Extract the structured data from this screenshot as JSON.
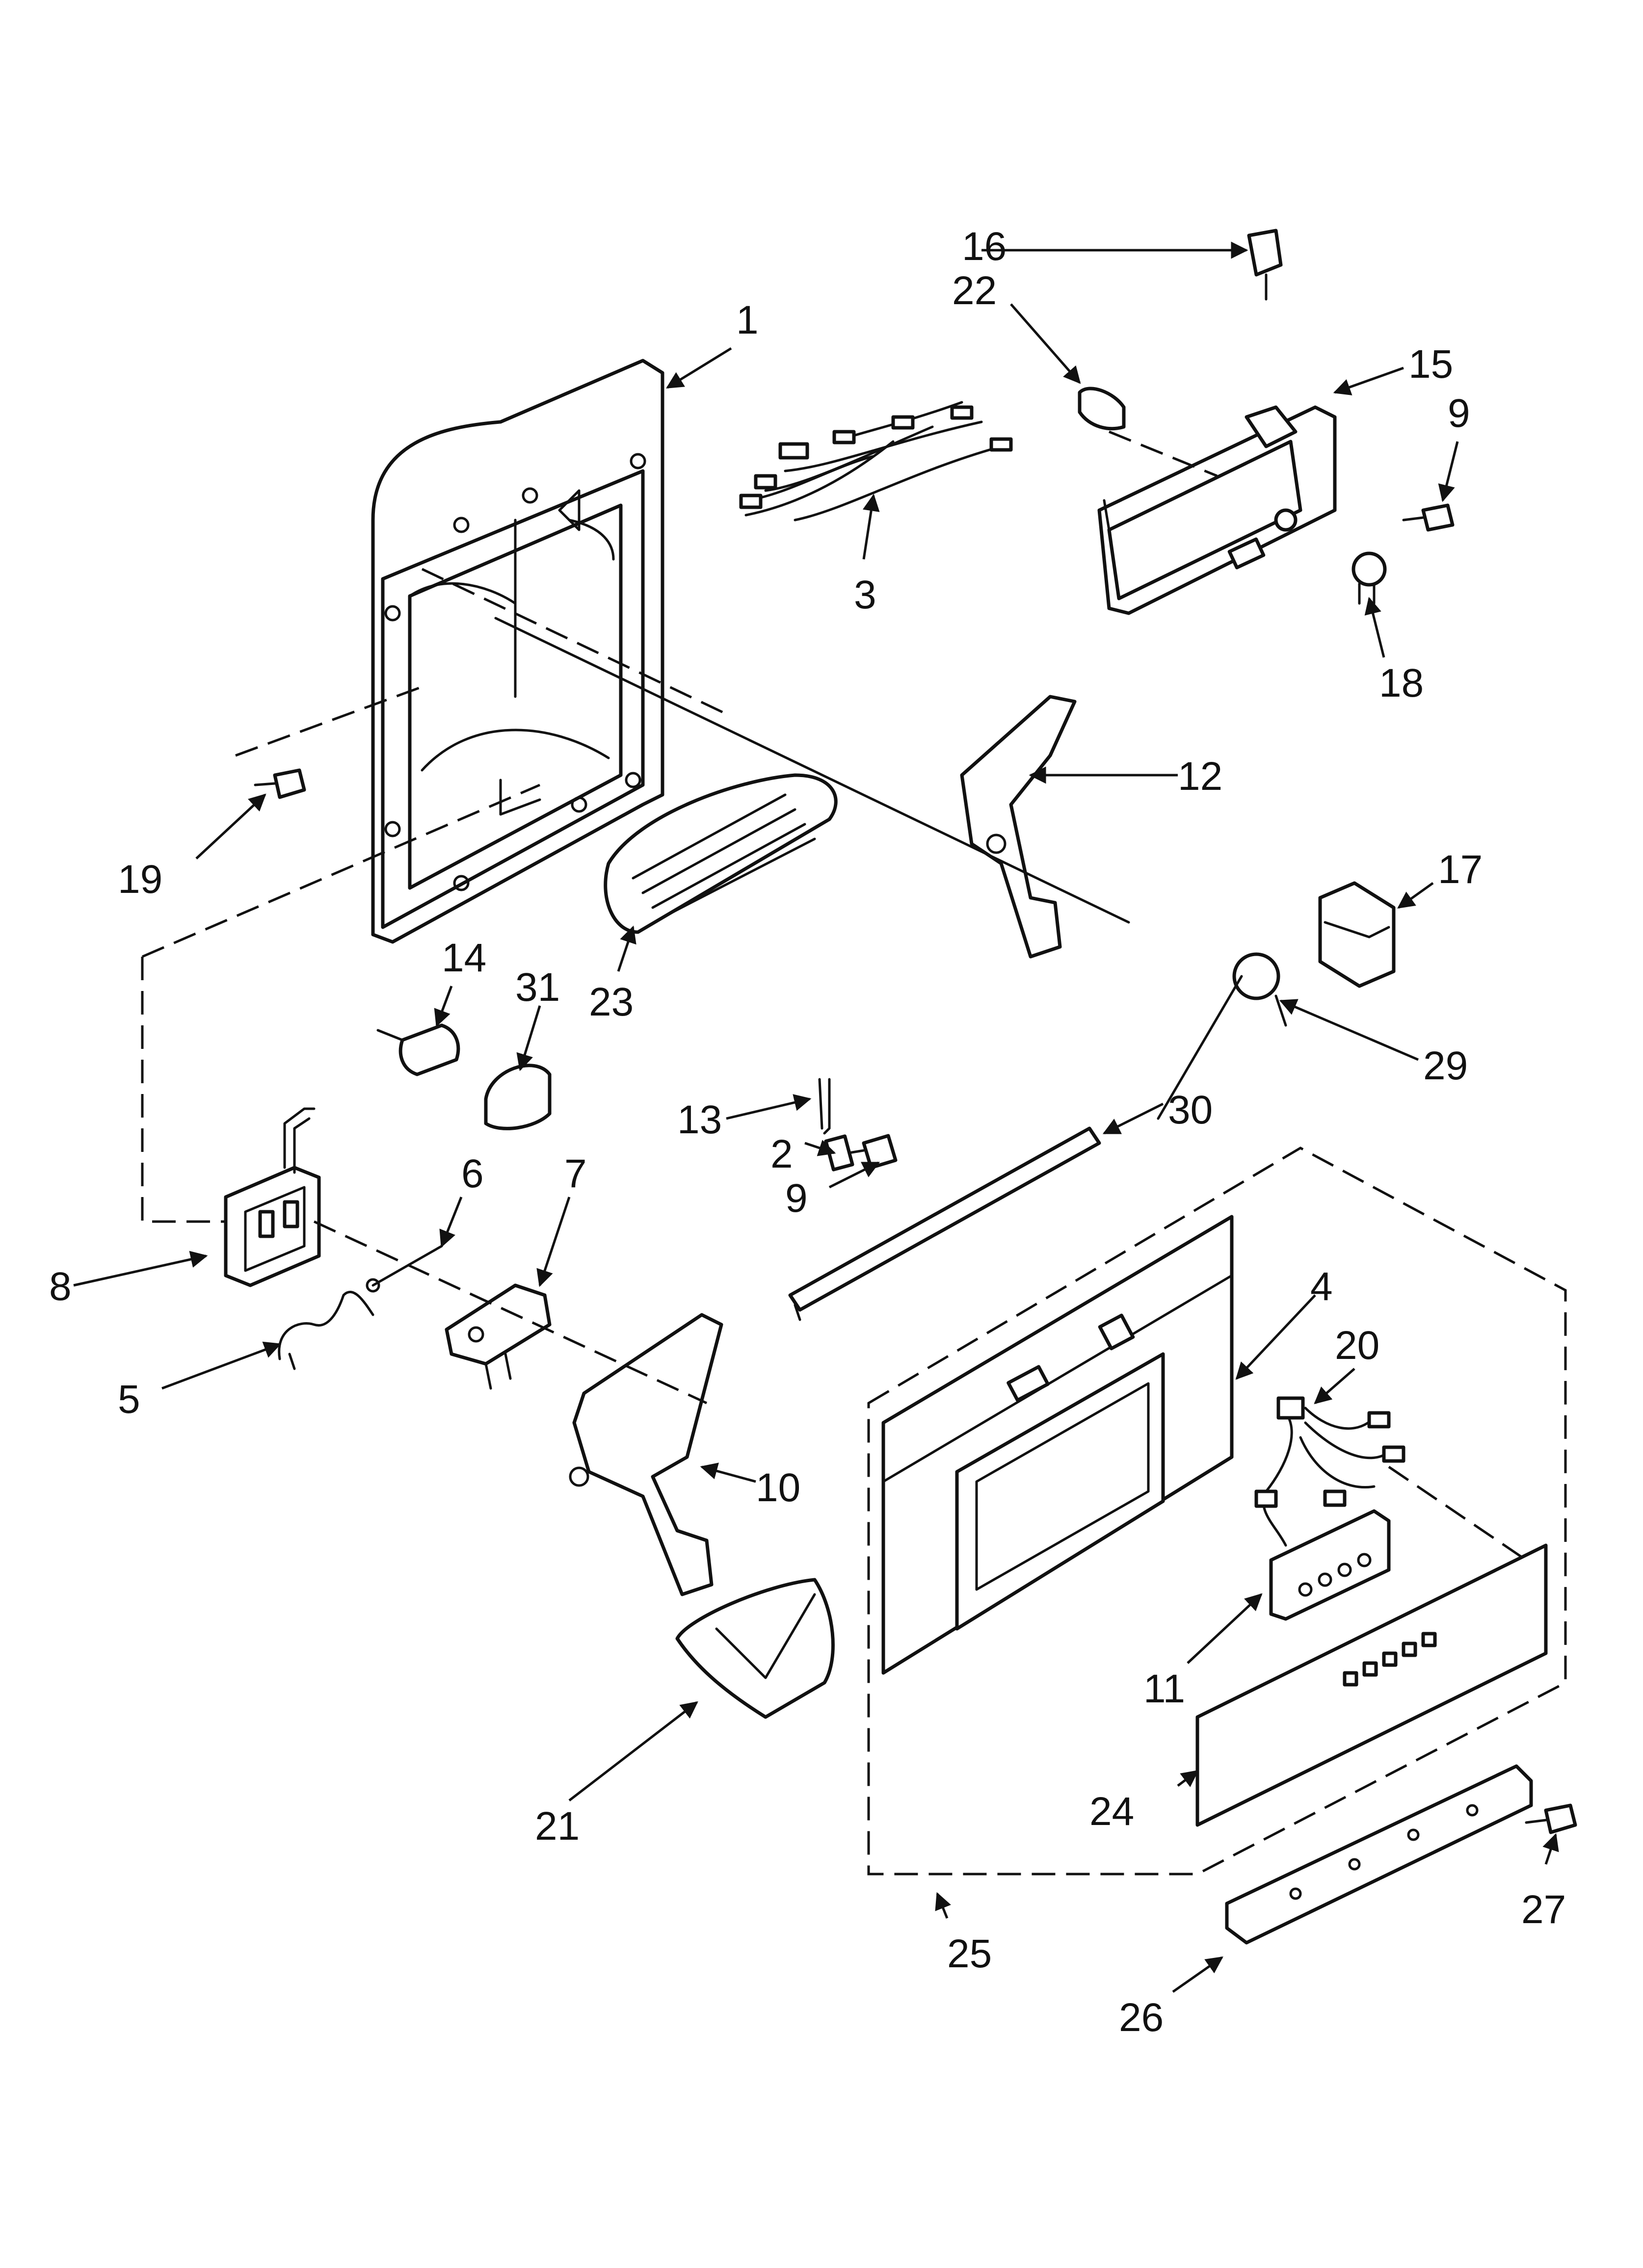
{
  "callouts": [
    {
      "id": "1",
      "text": "1"
    },
    {
      "id": "2",
      "text": "2"
    },
    {
      "id": "3",
      "text": "3"
    },
    {
      "id": "4",
      "text": "4"
    },
    {
      "id": "5",
      "text": "5"
    },
    {
      "id": "6",
      "text": "6"
    },
    {
      "id": "7",
      "text": "7"
    },
    {
      "id": "8",
      "text": "8"
    },
    {
      "id": "9a",
      "text": "9"
    },
    {
      "id": "9b",
      "text": "9"
    },
    {
      "id": "10",
      "text": "10"
    },
    {
      "id": "11",
      "text": "11"
    },
    {
      "id": "12",
      "text": "12"
    },
    {
      "id": "13",
      "text": "13"
    },
    {
      "id": "14",
      "text": "14"
    },
    {
      "id": "15",
      "text": "15"
    },
    {
      "id": "16",
      "text": "16"
    },
    {
      "id": "17",
      "text": "17"
    },
    {
      "id": "18",
      "text": "18"
    },
    {
      "id": "19",
      "text": "19"
    },
    {
      "id": "20",
      "text": "20"
    },
    {
      "id": "21",
      "text": "21"
    },
    {
      "id": "22",
      "text": "22"
    },
    {
      "id": "23",
      "text": "23"
    },
    {
      "id": "24",
      "text": "24"
    },
    {
      "id": "25",
      "text": "25"
    },
    {
      "id": "26",
      "text": "26"
    },
    {
      "id": "27",
      "text": "27"
    },
    {
      "id": "29",
      "text": "29"
    },
    {
      "id": "30",
      "text": "30"
    },
    {
      "id": "31",
      "text": "31"
    }
  ]
}
